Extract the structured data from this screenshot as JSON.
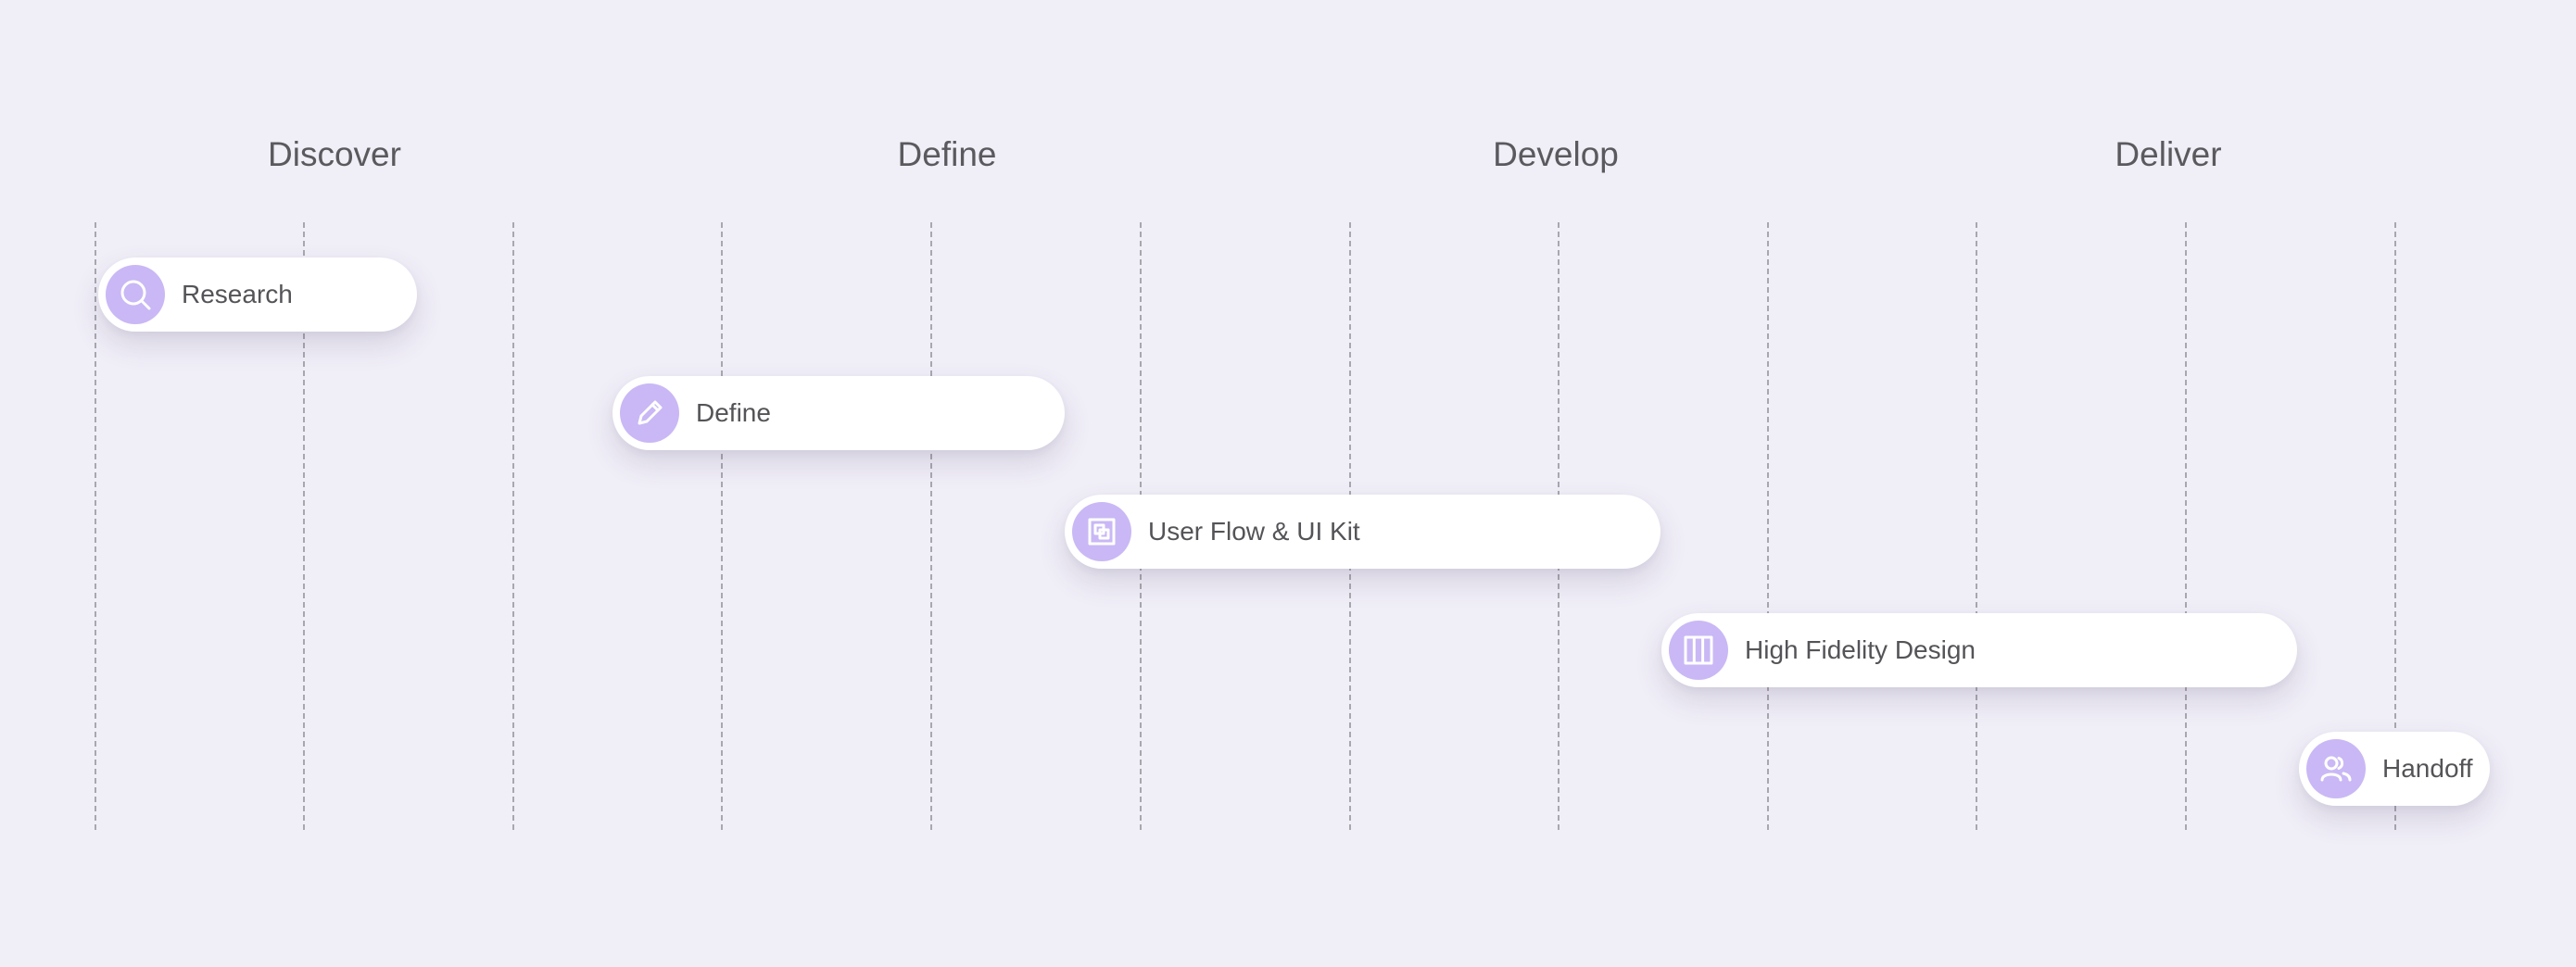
{
  "colors": {
    "background": "#f0eef7",
    "icon_circle": "#c9b8f5",
    "grid_line": "#a9a7ae"
  },
  "phases": [
    {
      "label": "Discover"
    },
    {
      "label": "Define"
    },
    {
      "label": "Develop"
    },
    {
      "label": "Deliver"
    }
  ],
  "tasks": [
    {
      "label": "Research",
      "icon": "search-icon"
    },
    {
      "label": "Define",
      "icon": "pencil-icon"
    },
    {
      "label": "User Flow & UI Kit",
      "icon": "frame-icon"
    },
    {
      "label": "High Fidelity Design",
      "icon": "columns-icon"
    },
    {
      "label": "Handoff",
      "icon": "users-icon"
    }
  ]
}
